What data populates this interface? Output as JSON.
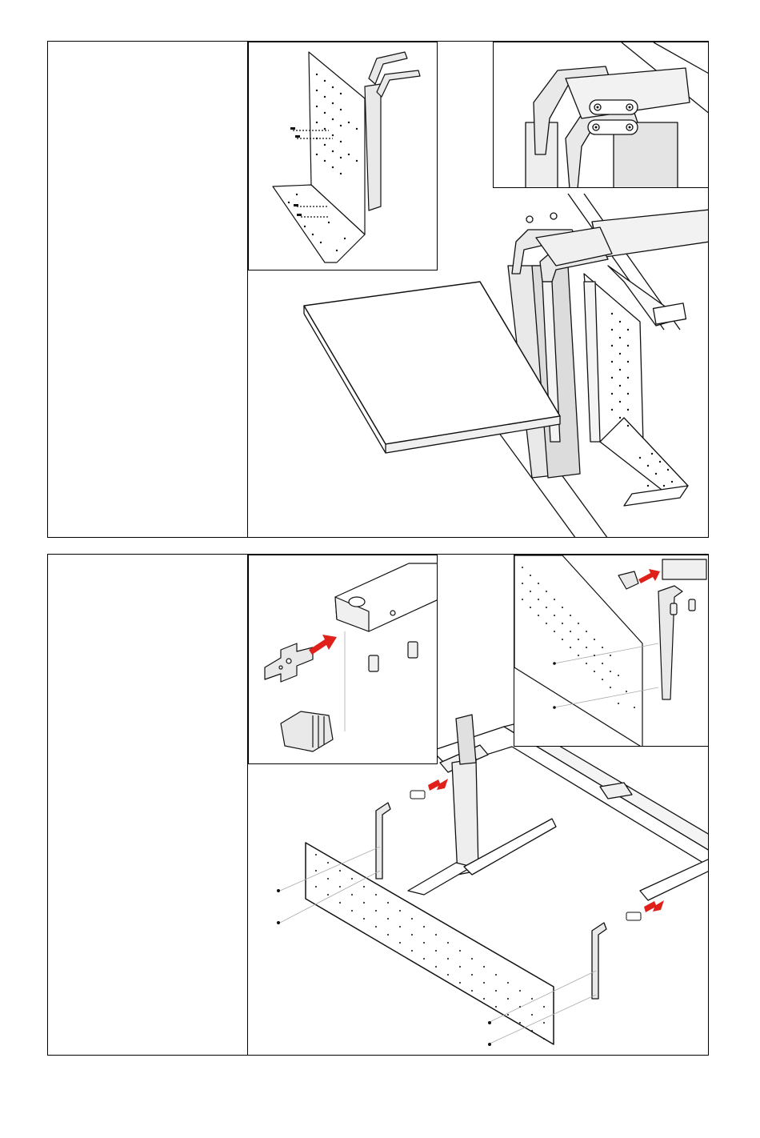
{
  "document": {
    "type": "assembly-instructions",
    "colors": {
      "line": "#111111",
      "metal_fill": "#e9e9e9",
      "metal_shade": "#d6d6d6",
      "panel_fill": "#ffffff",
      "arrow": "#e0201b"
    },
    "steps": [
      {
        "id": 1,
        "text": "",
        "icons": [
          "perforated-bracket-panel",
          "shelf-board",
          "frame-mount-screws",
          "bracket-detail"
        ]
      },
      {
        "id": 2,
        "text": "",
        "icons": [
          "desk-frame",
          "perforated-modesty-panel",
          "cross-connector-plate",
          "red-insert-arrow",
          "clamp-clip",
          "allen-screws"
        ]
      }
    ]
  }
}
